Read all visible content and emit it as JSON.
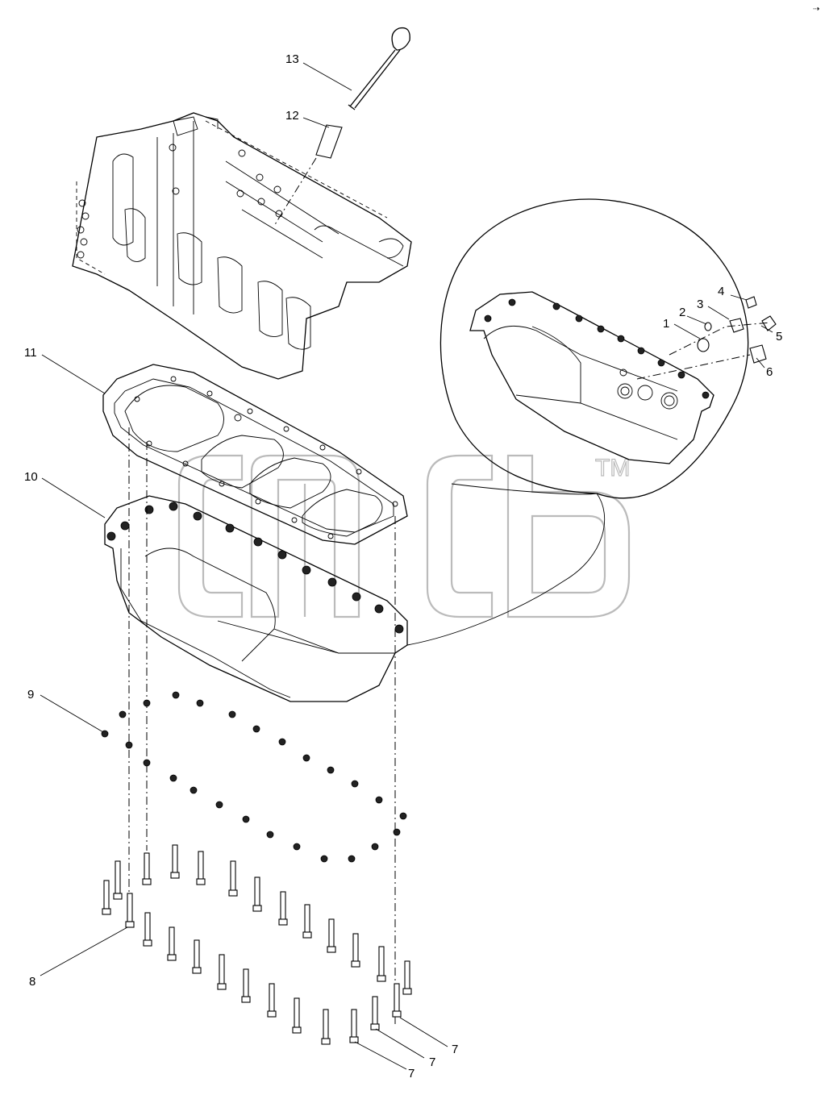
{
  "diagram": {
    "watermark": "cnh",
    "trademark": "TM",
    "corner_mark": "⇢",
    "callouts": [
      {
        "id": "c13",
        "label": "13"
      },
      {
        "id": "c12",
        "label": "12"
      },
      {
        "id": "c11",
        "label": "11"
      },
      {
        "id": "c10",
        "label": "10"
      },
      {
        "id": "c9",
        "label": "9"
      },
      {
        "id": "c8",
        "label": "8"
      },
      {
        "id": "c7a",
        "label": "7"
      },
      {
        "id": "c7b",
        "label": "7"
      },
      {
        "id": "c7c",
        "label": "7"
      },
      {
        "id": "c1",
        "label": "1"
      },
      {
        "id": "c2",
        "label": "2"
      },
      {
        "id": "c3",
        "label": "3"
      },
      {
        "id": "c4",
        "label": "4"
      },
      {
        "id": "c5",
        "label": "5"
      },
      {
        "id": "c6",
        "label": "6"
      }
    ]
  }
}
